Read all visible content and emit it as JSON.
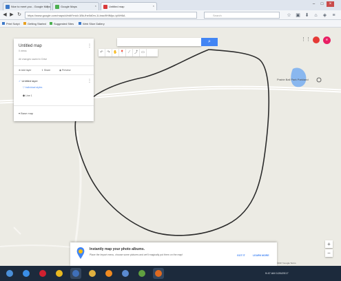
{
  "browser": {
    "tabs": [
      {
        "label": "Nice to meet you - Google Maps",
        "favicon_color": "#3c78c8"
      },
      {
        "label": "Google Maps",
        "favicon_color": "#4caf50"
      },
      {
        "label": "Untitled map",
        "favicon_color": "#d93a3a"
      }
    ],
    "url": "https://www.google.com/maps/d/edit?mid=1Bk-fhe0d0m-1Lbrad9HlMpc-tpNH6A",
    "search_placeholder": "Search",
    "bookmarks": [
      {
        "label": "Print Script",
        "color": "#3c78c8"
      },
      {
        "label": "Getting Started",
        "color": "#e8a020"
      },
      {
        "label": "Suggested Sites",
        "color": "#4caf50"
      },
      {
        "label": "Web Slice Gallery",
        "color": "#3c78c8"
      }
    ]
  },
  "panel": {
    "title": "Untitled map",
    "views": "0 views",
    "description_prompt": "All changes saved in Drive",
    "actions": {
      "add_layer": "Add layer",
      "share": "Share",
      "preview": "Preview"
    },
    "layer": {
      "name": "Untitled layer",
      "style_link": "Individual styles",
      "item": "Line 1"
    },
    "base_map": "Base map"
  },
  "map": {
    "search_placeholder": "",
    "place_label": "Prairie Ball Park Parkland"
  },
  "notice": {
    "title": "Instantly map your photo albums.",
    "body": "Place the Import menu, choose some pictures and we'll magically put them on the map!",
    "got_it": "GOT IT",
    "learn_more": "LEARN MORE"
  },
  "zoom": {
    "in": "+",
    "out": "−"
  },
  "footer": {
    "attribution": "Map data ©2017 Google  Terms"
  },
  "taskbar": {
    "clock": "9:47 AM  1/26/2017",
    "icons": [
      {
        "name": "start",
        "color": "#4a8fd8"
      },
      {
        "name": "ie",
        "color": "#3a8ee6"
      },
      {
        "name": "opera",
        "color": "#d02030"
      },
      {
        "name": "chrome",
        "color": "#e8b820"
      },
      {
        "name": "media",
        "color": "#3f6fb8"
      },
      {
        "name": "folder",
        "color": "#e0b040"
      },
      {
        "name": "vlc",
        "color": "#f08a20"
      },
      {
        "name": "app",
        "color": "#5a8ad0"
      },
      {
        "name": "app2",
        "color": "#60a040"
      },
      {
        "name": "firefox",
        "color": "#e06a20"
      }
    ]
  }
}
